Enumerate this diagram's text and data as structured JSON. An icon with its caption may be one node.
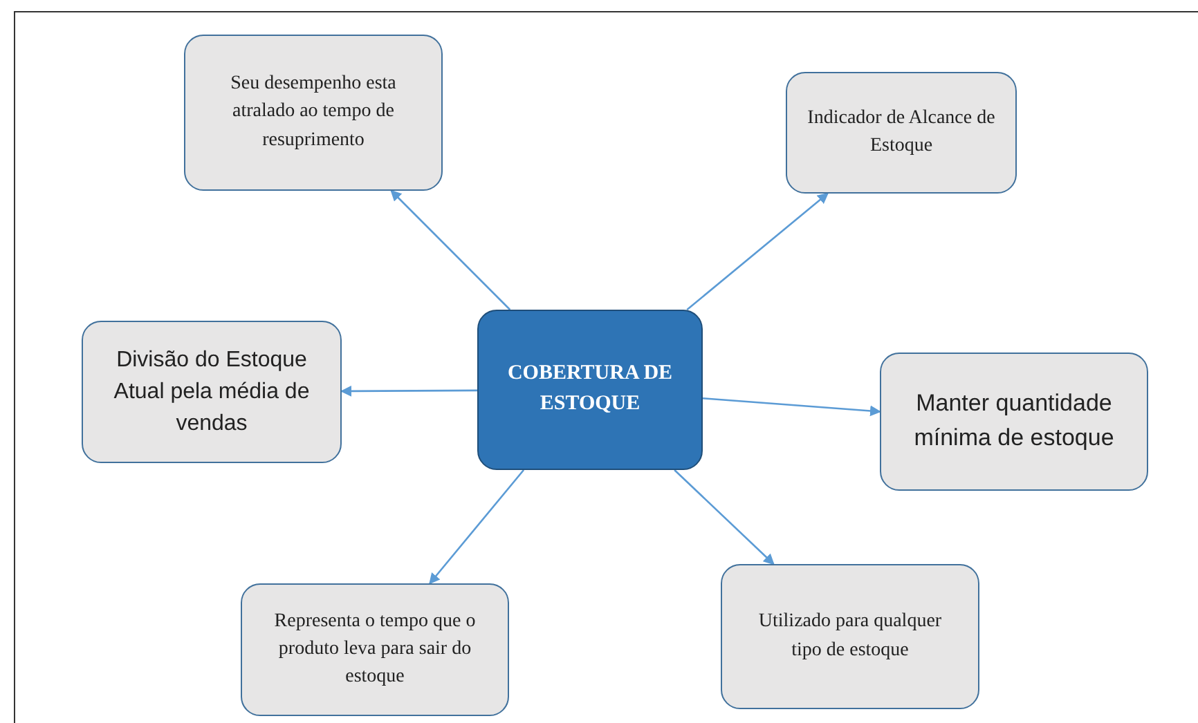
{
  "diagram": {
    "nodes": [
      {
        "text": [
          "COBERTURA DE ESTOQUE"
        ]
      },
      {
        "text": [
          "Seu desempenho esta atralado ao tempo de resuprimento"
        ]
      },
      {
        "text": [
          "Indicador de Alcance de Estoque"
        ]
      },
      {
        "text": [
          "Divisão do Estoque Atual pela média de vendas"
        ]
      },
      {
        "text": [
          "Manter quantidade mínima de estoque"
        ]
      },
      {
        "text": [
          "Representa o tempo que o produto leva para sair do estoque"
        ]
      },
      {
        "text": [
          "Utilizado para qualquer tipo de estoque"
        ]
      }
    ],
    "edges": [
      {
        "from": 0,
        "to": 1,
        "arrow": "to"
      },
      {
        "from": 0,
        "to": 2,
        "arrow": "to"
      },
      {
        "from": 0,
        "to": 3,
        "arrow": "to"
      },
      {
        "from": 0,
        "to": 4,
        "arrow": "to"
      },
      {
        "from": 0,
        "to": 5,
        "arrow": "to"
      },
      {
        "from": 0,
        "to": 6,
        "arrow": "to"
      }
    ]
  }
}
